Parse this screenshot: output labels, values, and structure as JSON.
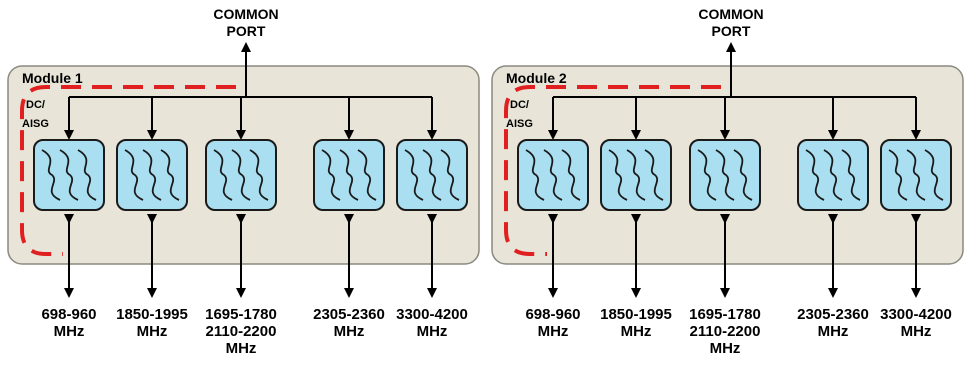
{
  "colors": {
    "module_fill": "#e8e4d8",
    "module_stroke": "#8a8a80",
    "filter_fill": "#a9dff0",
    "filter_stroke": "#1a1a1a",
    "dc_path": "#e02020",
    "wire": "#000000"
  },
  "common_port": [
    "COMMON",
    "PORT"
  ],
  "dc_label": [
    "DC/",
    "AISG"
  ],
  "modules": [
    {
      "title": "Module 1",
      "filters": [
        {
          "icon": "bandpass-filter-icon",
          "label": [
            "698-960",
            "MHz"
          ]
        },
        {
          "icon": "bandpass-filter-icon",
          "label": [
            "1850-1995",
            "MHz"
          ]
        },
        {
          "icon": "bandpass-filter-icon",
          "label": [
            "1695-1780",
            "2110-2200",
            "MHz"
          ]
        },
        {
          "icon": "bandpass-filter-icon",
          "label": [
            "2305-2360",
            "MHz"
          ]
        },
        {
          "icon": "bandpass-filter-icon",
          "label": [
            "3300-4200",
            "MHz"
          ]
        }
      ]
    },
    {
      "title": "Module 2",
      "filters": [
        {
          "icon": "bandpass-filter-icon",
          "label": [
            "698-960",
            "MHz"
          ]
        },
        {
          "icon": "bandpass-filter-icon",
          "label": [
            "1850-1995",
            "MHz"
          ]
        },
        {
          "icon": "bandpass-filter-icon",
          "label": [
            "1695-1780",
            "2110-2200",
            "MHz"
          ]
        },
        {
          "icon": "bandpass-filter-icon",
          "label": [
            "2305-2360",
            "MHz"
          ]
        },
        {
          "icon": "bandpass-filter-icon",
          "label": [
            "3300-4200",
            "MHz"
          ]
        }
      ]
    }
  ]
}
